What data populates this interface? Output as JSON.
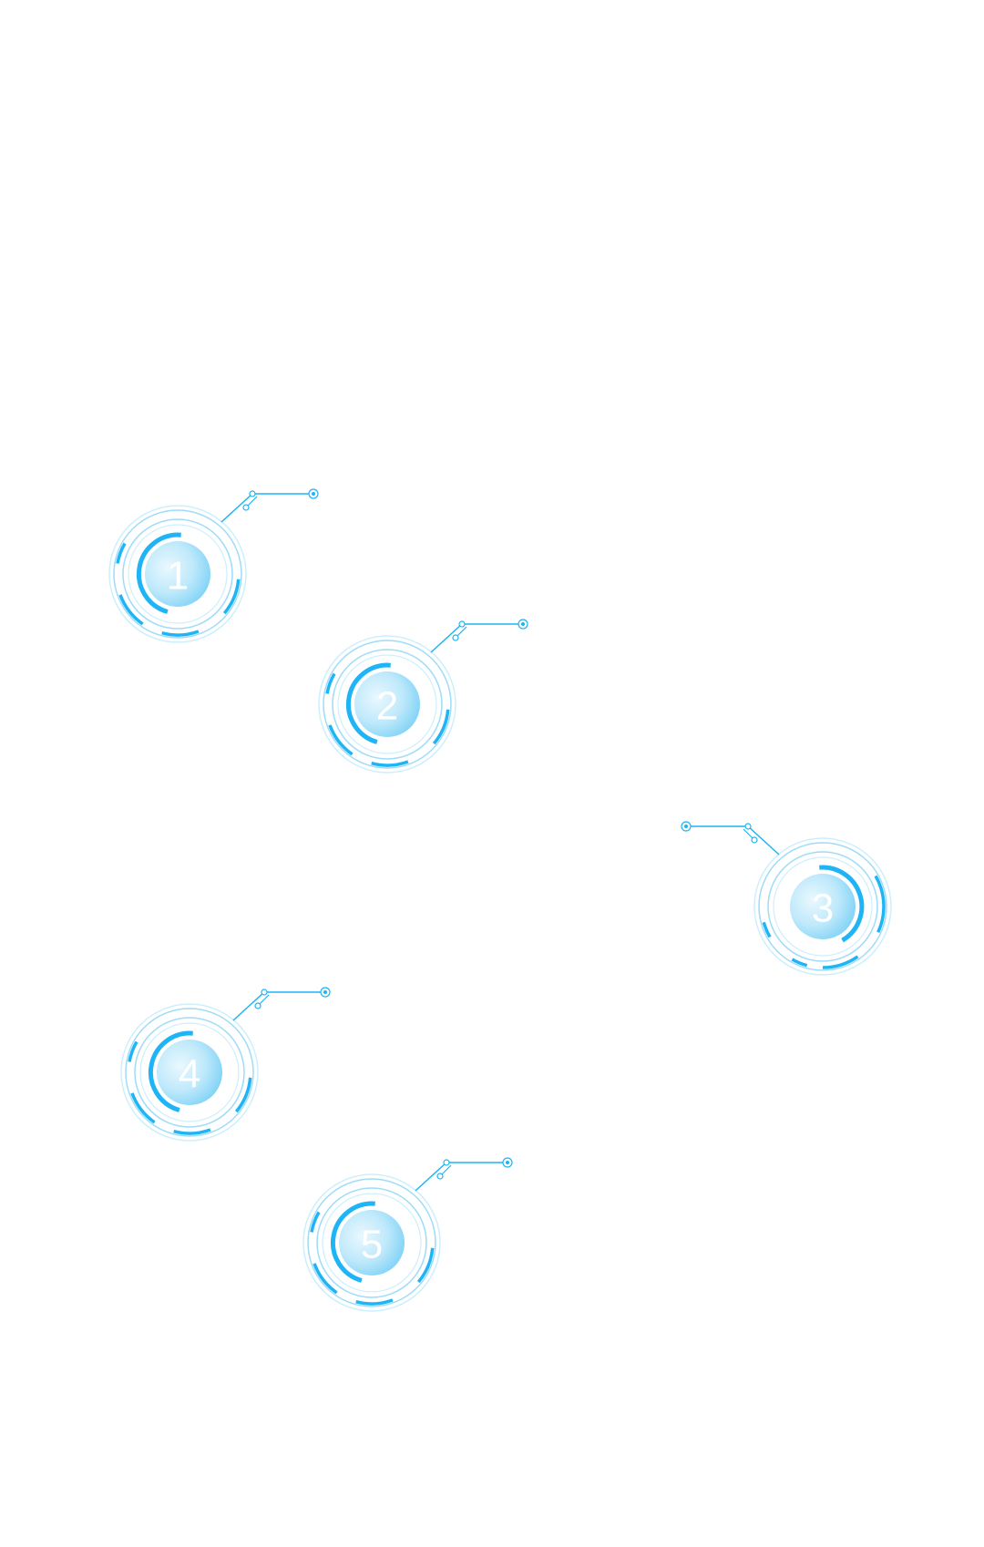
{
  "colors": {
    "accent": "#1EB4F5",
    "ring_light": "#9EDCF8",
    "ring_faint": "#CDEFFC",
    "core_light": "#EAF8FE",
    "core_mid": "#9FDDF6",
    "number": "#FFFFFF",
    "background": "#FFFFFF"
  },
  "nodes": [
    {
      "label": "1",
      "connector": "right"
    },
    {
      "label": "2",
      "connector": "right"
    },
    {
      "label": "3",
      "connector": "left"
    },
    {
      "label": "4",
      "connector": "right"
    },
    {
      "label": "5",
      "connector": "right"
    }
  ]
}
